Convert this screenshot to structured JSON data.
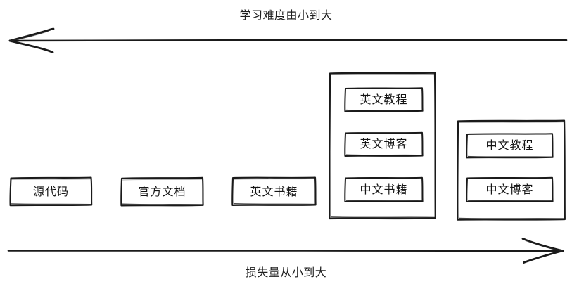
{
  "diagram": {
    "background_color": "#ffffff",
    "stroke_color": "#1a1a1a",
    "style": "hand-drawn-sketch",
    "top_axis": {
      "label": "学习难度由小到大",
      "direction": "left",
      "arrow_head": "left-end"
    },
    "bottom_axis": {
      "label": "损失量从小到大",
      "direction": "right",
      "arrow_head": "right-end"
    },
    "nodes": [
      {
        "id": "source-code",
        "label": "源代码"
      },
      {
        "id": "official-docs",
        "label": "官方文档"
      },
      {
        "id": "english-books",
        "label": "英文书籍"
      }
    ],
    "groups": [
      {
        "id": "english-group",
        "items": [
          {
            "id": "english-tutorial",
            "label": "英文教程"
          },
          {
            "id": "english-blog",
            "label": "英文博客"
          },
          {
            "id": "chinese-books",
            "label": "中文书籍"
          }
        ]
      },
      {
        "id": "chinese-group",
        "items": [
          {
            "id": "chinese-tutorial",
            "label": "中文教程"
          },
          {
            "id": "chinese-blog",
            "label": "中文博客"
          }
        ]
      }
    ]
  }
}
